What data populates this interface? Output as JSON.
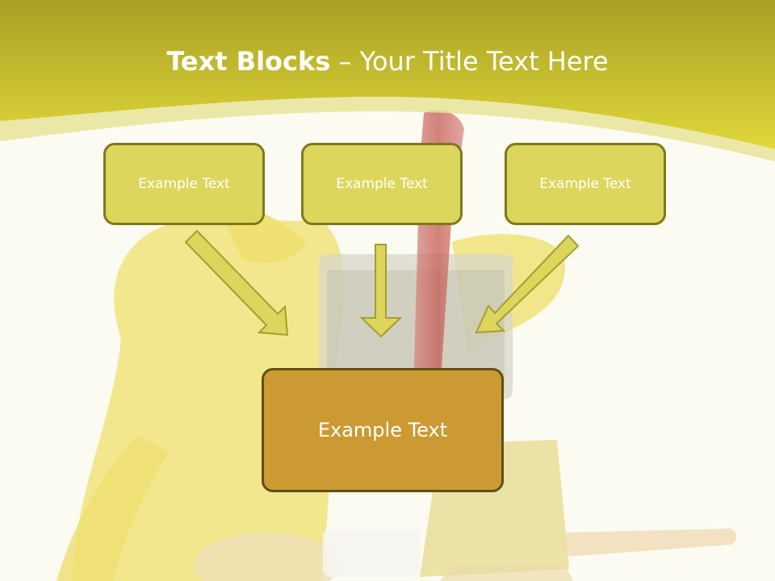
{
  "slide": {
    "title_bold": "Text Blocks",
    "title_rest": " – Your Title Text Here",
    "blocks": [
      "Example Text",
      "Example Text",
      "Example Text"
    ],
    "main_block": "Example Text"
  },
  "colors": {
    "header_band": "#c9c22a",
    "box_fill": "#dcd65c",
    "box_border": "#7c7a1c",
    "main_box_fill": "#cc9a33",
    "arrow_fill": "#dcd65c",
    "arrow_stroke": "#a59e32"
  }
}
